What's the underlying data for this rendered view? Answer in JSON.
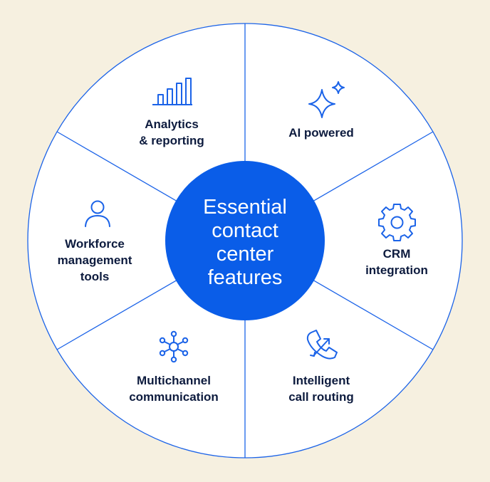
{
  "colors": {
    "background": "#f6f0e0",
    "wheel_fill": "#ffffff",
    "wheel_stroke": "#1b63e8",
    "center_fill": "#0a5de8",
    "text": "#0d1b3e",
    "icon": "#1b63e8"
  },
  "center": {
    "lines": [
      "Essential",
      "contact",
      "center",
      "features"
    ]
  },
  "segments": [
    {
      "icon": "bar-chart-icon",
      "lines": [
        "Analytics",
        "& reporting"
      ]
    },
    {
      "icon": "sparkle-icon",
      "lines": [
        "AI powered"
      ]
    },
    {
      "icon": "gear-icon",
      "lines": [
        "CRM",
        "integration"
      ]
    },
    {
      "icon": "phone-routing-icon",
      "lines": [
        "Intelligent",
        "call routing"
      ]
    },
    {
      "icon": "network-hub-icon",
      "lines": [
        "Multichannel",
        "communication"
      ]
    },
    {
      "icon": "person-icon",
      "lines": [
        "Workforce",
        "management",
        "tools"
      ]
    }
  ]
}
